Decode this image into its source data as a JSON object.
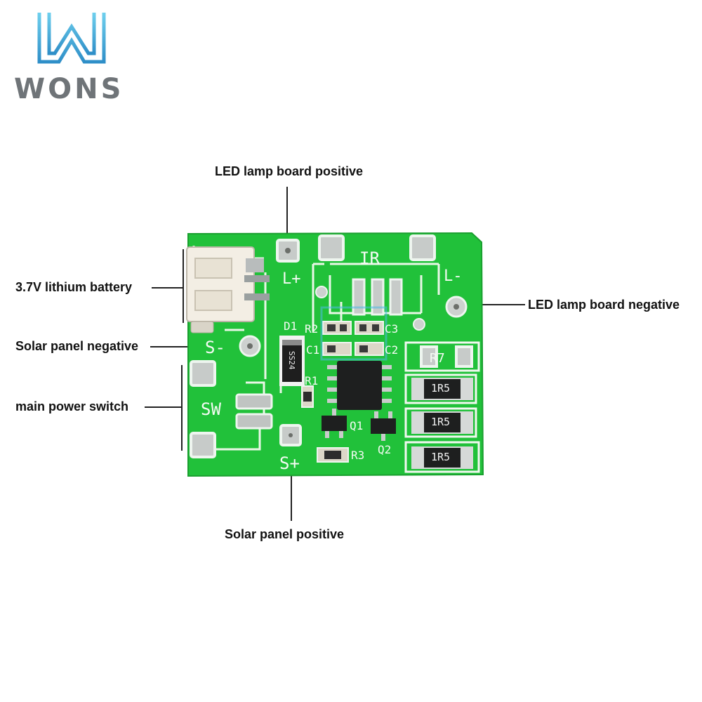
{
  "brand": {
    "name": "WONS",
    "accent": "#4fb9e3"
  },
  "callouts": {
    "led_positive": "LED lamp board positive",
    "led_negative": "LED lamp board negative",
    "battery": "3.7V lithium battery",
    "solar_negative": "Solar panel negative",
    "power_switch": "main power switch",
    "solar_positive": "Solar panel positive"
  },
  "board": {
    "color": "#21c13a",
    "silkscreen": {
      "ir": "IR",
      "l_plus": "L+",
      "l_minus": "L-",
      "s_minus": "S-",
      "s_plus": "S+",
      "sw": "SW",
      "d1": "D1",
      "diode_marking": "SS24",
      "r1": "R1",
      "r2": "R2",
      "r3": "R3",
      "r7": "R7",
      "c1": "C1",
      "c2": "C2",
      "c3": "C3",
      "q1": "Q1",
      "q2": "Q2",
      "res_1": "1R5",
      "res_2": "1R5",
      "res_3": "1R5"
    }
  }
}
